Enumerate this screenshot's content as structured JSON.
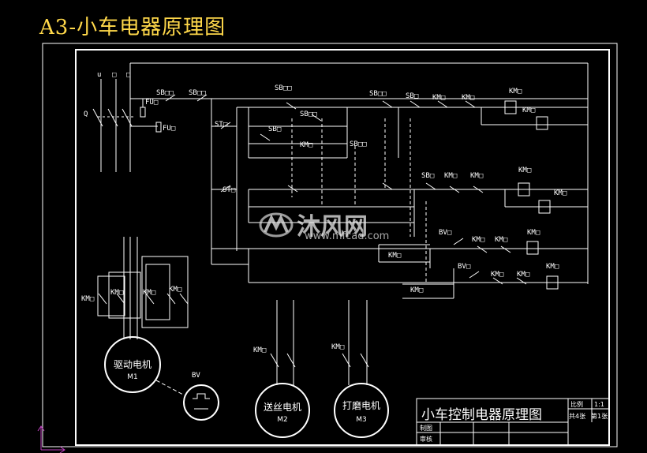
{
  "title": "A3-小车电器原理图",
  "supply": {
    "phases": [
      "u",
      "□",
      "□"
    ],
    "switch": "Q",
    "fuse1": "FU□",
    "fuse2": "FU□"
  },
  "power_labels": {
    "km1": "KM□",
    "km2": "KM□",
    "km3": "KM□"
  },
  "control_labels": {
    "sb1": "SB□□",
    "sb2": "SB□□",
    "st1": "ST□",
    "st2": "ST□",
    "sb3": "SB□□",
    "sb4": "SB□",
    "sb5": "SB□□",
    "km_a": "KM□",
    "sb6": "SB□□",
    "sb7": "SB□□",
    "sb8": "SB□",
    "km_b": "KM□",
    "km_c": "KM□",
    "coil1": "KM□",
    "coil2": "KM□",
    "sb9": "SB□",
    "km_d": "KM□",
    "km_e": "KM□",
    "coil3": "KM□",
    "coil4": "KM□",
    "bv1": "BV□",
    "km_f": "KM□",
    "km_g": "KM□",
    "coil5": "KM□",
    "bv2": "BV□",
    "km_h": "KM□",
    "km_i": "KM□",
    "coil6": "KM□",
    "kmbox1": "KM□",
    "kmbox2": "KM□"
  },
  "motors": [
    {
      "name": "驱动电机",
      "id": "M1"
    },
    {
      "name": "送丝电机",
      "id": "M2"
    },
    {
      "name": "打磨电机",
      "id": "M3"
    }
  ],
  "motor_contact_labels": {
    "m2": "KM□",
    "m3": "KM□"
  },
  "bv_device": "BV",
  "title_block": {
    "title": "小车控制电器原理图",
    "scale_label": "比例",
    "scale": "1:1",
    "sheets_total": "共4张",
    "sheet_no": "第1张",
    "drawn": "制图",
    "checked": "审核"
  },
  "watermark": {
    "cn": "沐风网",
    "url": "www.mfcad.com"
  },
  "colors": {
    "background": "#000000",
    "line": "#ffffff",
    "title": "#ffd84a",
    "ucs": "#c040c0"
  }
}
